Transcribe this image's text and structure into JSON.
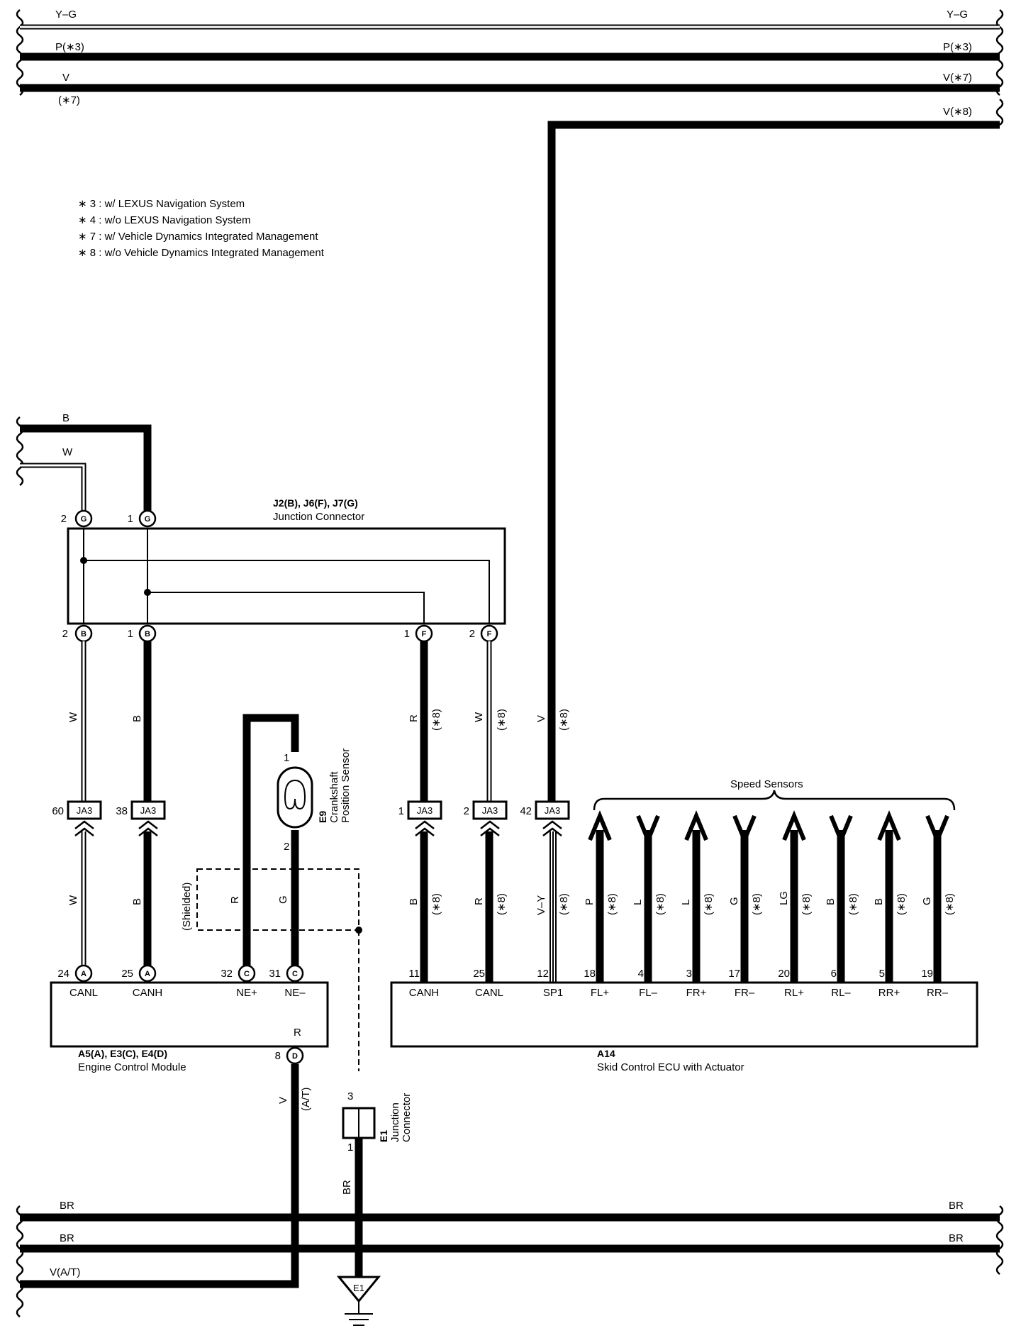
{
  "top_wires": [
    {
      "left": "Y–G",
      "right": "Y–G"
    },
    {
      "left": "P(∗3)",
      "right": "P(∗3)"
    },
    {
      "left": "V",
      "left_sub": "(∗7)",
      "right": "V(∗7)"
    },
    {
      "right": "V(∗8)"
    }
  ],
  "notes": [
    "∗ 3 : w/ LEXUS Navigation System",
    "∗ 4 : w/o LEXUS Navigation System",
    "∗ 7 : w/ Vehicle Dynamics Integrated Management",
    "∗ 8 : w/o Vehicle Dynamics Integrated Management"
  ],
  "left_wires": {
    "b": "B",
    "w": "W"
  },
  "junction_connector": {
    "code": "J2(B), J6(F), J7(G)",
    "name": "Junction Connector",
    "pins": [
      {
        "num": "2",
        "letter": "G"
      },
      {
        "num": "1",
        "letter": "G"
      },
      {
        "num": "2",
        "letter": "B"
      },
      {
        "num": "1",
        "letter": "B"
      },
      {
        "num": "1",
        "letter": "F"
      },
      {
        "num": "2",
        "letter": "F"
      }
    ]
  },
  "crankshaft_sensor": {
    "code": "E9",
    "name_line1": "Crankshaft",
    "name_line2": "Position Sensor",
    "pin_top": "1",
    "pin_bottom": "2",
    "shielded": "(Shielded)",
    "wire_r": "R",
    "wire_g": "G"
  },
  "ja3": {
    "label": "JA3",
    "pins": [
      "60",
      "38",
      "1",
      "2",
      "42"
    ]
  },
  "upper_wire_colors": [
    "W",
    "B",
    "R",
    "W",
    "V"
  ],
  "upper_wire_notes": [
    "",
    "",
    "(∗8)",
    "(∗8)",
    "(∗8)"
  ],
  "lower_wire_colors": [
    "W",
    "B",
    "B",
    "R",
    "V–Y"
  ],
  "lower_wire_notes": [
    "",
    "",
    "(∗8)",
    "(∗8)",
    "(∗8)"
  ],
  "speed_sensors": {
    "title": "Speed Sensors",
    "colors": [
      "P",
      "L",
      "L",
      "G",
      "LG",
      "B",
      "B",
      "G"
    ],
    "note": "(∗8)"
  },
  "ecm": {
    "code": "A5(A), E3(C), E4(D)",
    "name": "Engine Control Module",
    "pins": [
      {
        "num": "24",
        "letter": "A",
        "label": "CANL"
      },
      {
        "num": "25",
        "letter": "A",
        "label": "CANH"
      },
      {
        "num": "32",
        "letter": "C",
        "label": "NE+"
      },
      {
        "num": "31",
        "letter": "C",
        "label": "NE–"
      }
    ],
    "bottom_pin": {
      "num": "8",
      "letter": "D",
      "inside": "R"
    },
    "out_wire": "V",
    "out_note": "(A/T)"
  },
  "skid_ecu": {
    "code": "A14",
    "name": "Skid Control ECU with Actuator",
    "pins": [
      {
        "num": "11",
        "label": "CANH"
      },
      {
        "num": "25",
        "label": "CANL"
      },
      {
        "num": "12",
        "label": "SP1"
      },
      {
        "num": "18",
        "label": "FL+"
      },
      {
        "num": "4",
        "label": "FL–"
      },
      {
        "num": "3",
        "label": "FR+"
      },
      {
        "num": "17",
        "label": "FR–"
      },
      {
        "num": "20",
        "label": "RL+"
      },
      {
        "num": "6",
        "label": "RL–"
      },
      {
        "num": "5",
        "label": "RR+"
      },
      {
        "num": "19",
        "label": "RR–"
      }
    ]
  },
  "e1_connector": {
    "code": "E1",
    "name_line1": "Junction",
    "name_line2": "Connector",
    "pin_top": "3",
    "pin_bottom": "1",
    "wire": "BR"
  },
  "bottom_wires": [
    {
      "left": "BR",
      "right": "BR"
    },
    {
      "left": "BR",
      "right": "BR"
    },
    {
      "left": "V(A/T)"
    }
  ],
  "ground": {
    "label": "E1"
  }
}
